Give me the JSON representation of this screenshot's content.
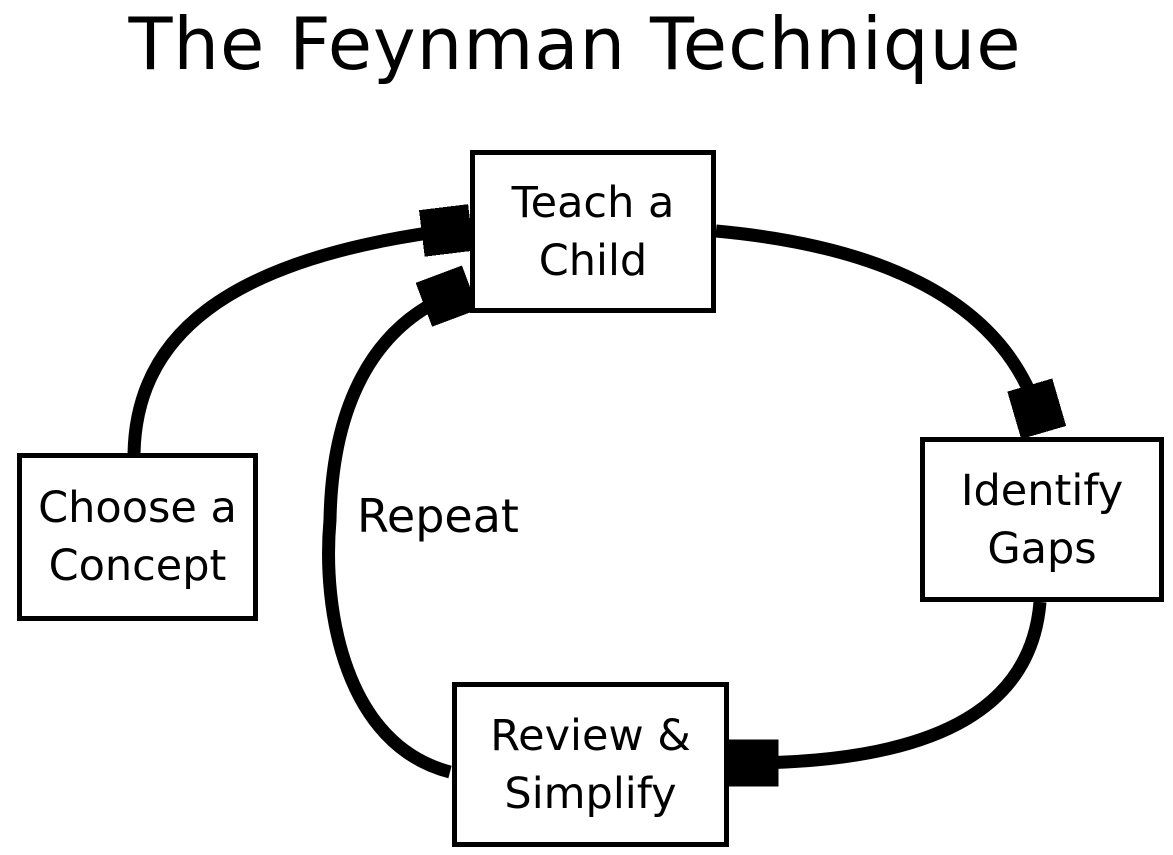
{
  "title": "The Feynman Technique",
  "loop_label": "Repeat",
  "nodes": [
    {
      "id": "teach-a-child",
      "label": "Teach a Child",
      "line1": "Teach a",
      "line2": "Child"
    },
    {
      "id": "choose-a-concept",
      "label": "Choose a Concept",
      "line1": "Choose a",
      "line2": "Concept"
    },
    {
      "id": "identify-gaps",
      "label": "Identify Gaps",
      "line1": "Identify",
      "line2": "Gaps"
    },
    {
      "id": "review-simplify",
      "label": "Review & Simplify",
      "line1": "Review &",
      "line2": "Simplify"
    }
  ],
  "edges": [
    {
      "from": "Choose a Concept",
      "to": "Teach a Child",
      "label": ""
    },
    {
      "from": "Teach a Child",
      "to": "Identify Gaps",
      "label": ""
    },
    {
      "from": "Identify Gaps",
      "to": "Review & Simplify",
      "label": ""
    },
    {
      "from": "Review & Simplify",
      "to": "Teach a Child",
      "label": "Repeat"
    }
  ],
  "colors": {
    "ink": "#000000",
    "background": "#ffffff"
  }
}
